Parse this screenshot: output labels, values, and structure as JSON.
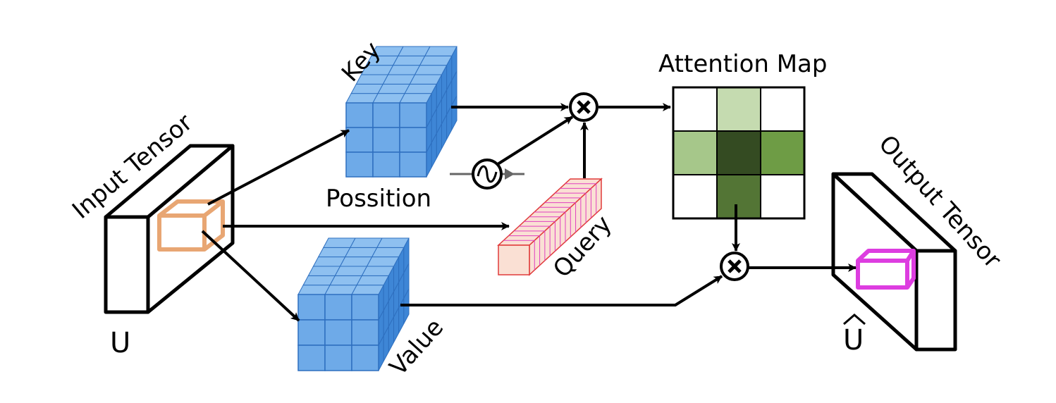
{
  "labels": {
    "input_tensor": "Input Tensor",
    "input_symbol": "U",
    "key": "Key",
    "position": "Possition",
    "query": "Query",
    "value": "Value",
    "attention_map": "Attention Map",
    "output_tensor": "Output Tensor",
    "output_symbol": "U"
  },
  "operators": {
    "multiply_symbol": "⊗",
    "position_symbol": "∿"
  },
  "attention_map": {
    "rows": 3,
    "cols": 3,
    "cells": [
      [
        "#ffffff",
        "#c5dbb0",
        "#ffffff"
      ],
      [
        "#a6c78a",
        "#344b22",
        "#6e9c45"
      ],
      [
        "#ffffff",
        "#537535",
        "#ffffff"
      ]
    ]
  },
  "colors": {
    "cube_front": "#6eaae8",
    "cube_top": "#8ec0f0",
    "cube_side": "#3e86d6",
    "cube_edge": "#2e6fbf",
    "query_face": "#fae0d4",
    "query_stroke": "#e03a3a",
    "query_stripe": "#e040c0",
    "input_window": "#e8a673",
    "output_window": "#dd3de0",
    "stroke": "#000000"
  }
}
